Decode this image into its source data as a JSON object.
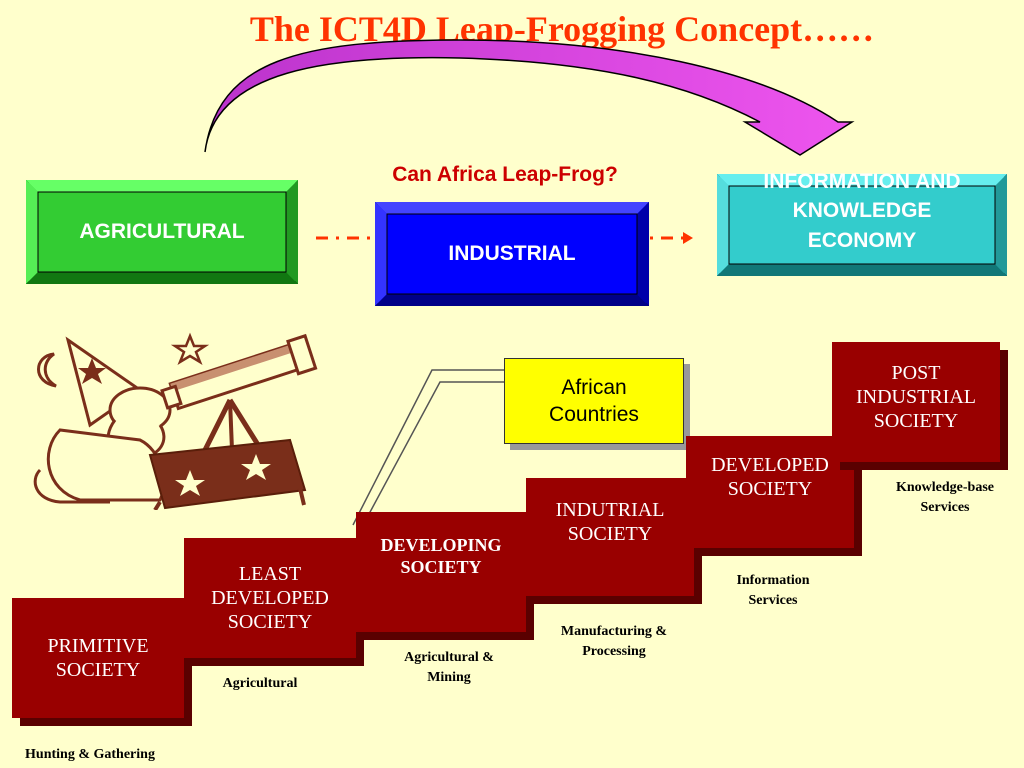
{
  "title": "The ICT4D Leap-Frogging Concept……",
  "question": "Can Africa Leap-Frog?",
  "economies": {
    "agricultural": "AGRICULTURAL",
    "industrial": "INDUSTRIAL",
    "information": "INFORMATION AND KNOWLEDGE ECONOMY"
  },
  "callout": "African Countries",
  "stages": [
    {
      "label": "PRIMITIVE SOCIETY",
      "economy": "Hunting & Gathering"
    },
    {
      "label": "LEAST DEVELOPED SOCIETY",
      "economy": "Agricultural"
    },
    {
      "label": "DEVELOPING SOCIETY",
      "economy": "Agricultural & Mining"
    },
    {
      "label": "INDUTRIAL SOCIETY",
      "economy": "Manufacturing & Processing"
    },
    {
      "label": "DEVELOPED SOCIETY",
      "economy": "Information Services"
    },
    {
      "label": "POST INDUSTRIAL SOCIETY",
      "economy": "Knowledge-base Services"
    }
  ],
  "colors": {
    "background": "#ffffcc",
    "title": "#ff3300",
    "agricultural": "#33cc33",
    "industrial": "#0000ff",
    "information": "#33cccc",
    "step": "#990000",
    "arc": "#cc33cc",
    "callout": "#ffff00"
  },
  "icons": [
    "astronomer-wizard-illustration",
    "leap-arc-arrow",
    "dashed-arrow"
  ]
}
